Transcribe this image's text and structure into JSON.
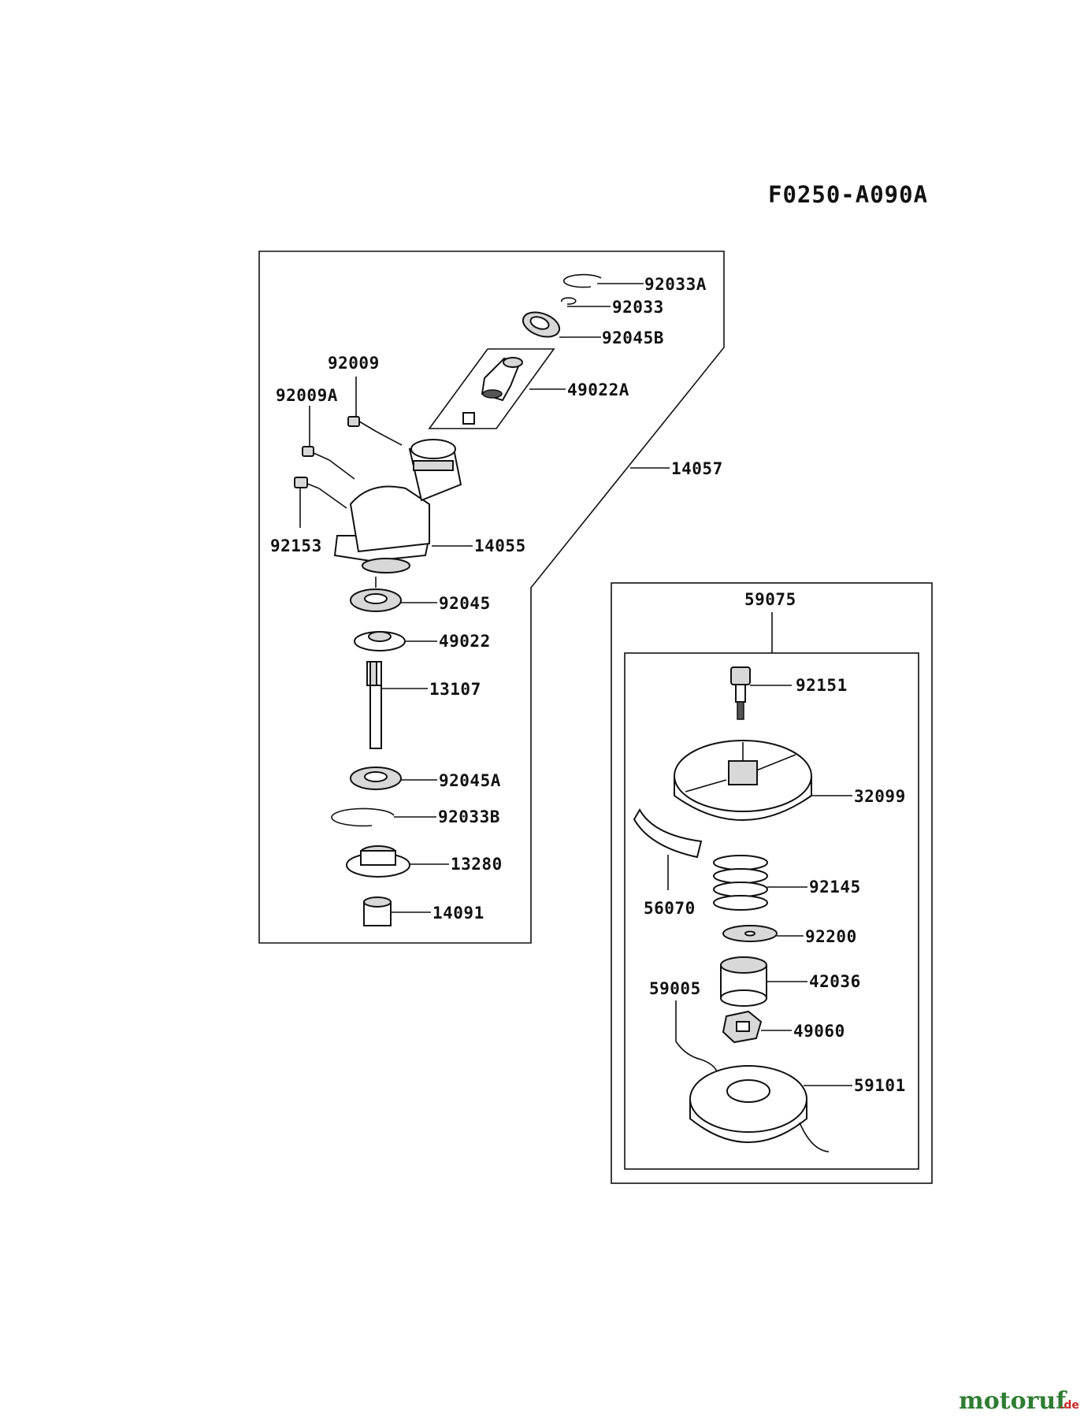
{
  "diagram_code": "F0250-A090A",
  "watermark": {
    "text": "motoruf",
    "suffix": ".de",
    "colors": [
      "#2e7d32",
      "#c62828"
    ]
  },
  "parts": {
    "p92033A": "92033A",
    "p92033": "92033",
    "p92045B": "92045B",
    "p49022A": "49022A",
    "p92009": "92009",
    "p92009A": "92009A",
    "p14057": "14057",
    "p92153": "92153",
    "p14055": "14055",
    "p92045": "92045",
    "p49022": "49022",
    "p13107": "13107",
    "p92045A": "92045A",
    "p92033B": "92033B",
    "p13280": "13280",
    "p14091": "14091",
    "p59075": "59075",
    "p92151": "92151",
    "p32099": "32099",
    "p56070": "56070",
    "p92145": "92145",
    "p92200": "92200",
    "p42036": "42036",
    "p59005": "59005",
    "p49060": "49060",
    "p59101": "59101"
  }
}
